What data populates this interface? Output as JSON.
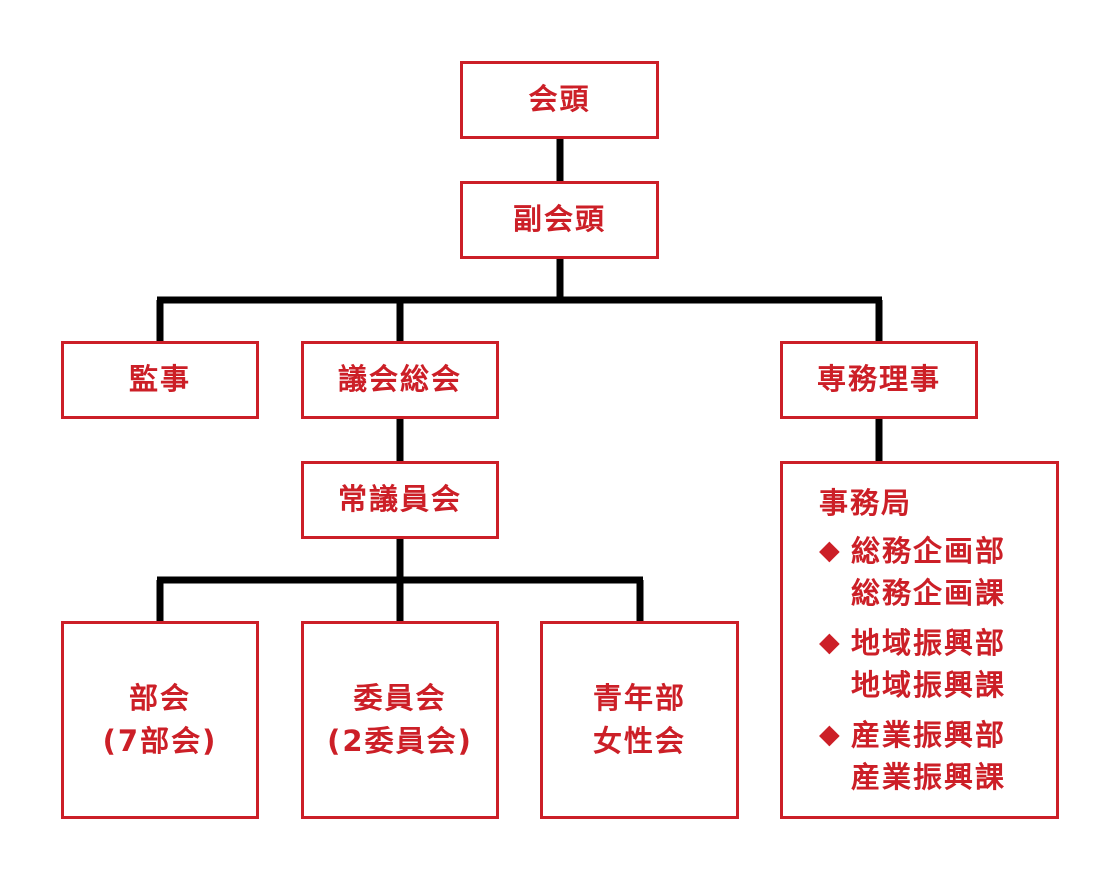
{
  "nodes": {
    "kaito": "会頭",
    "fukukaito": "副会頭",
    "kanji": "監事",
    "giin_sokai": "議会総会",
    "senmu_riji": "専務理事",
    "jogiinkai": "常議員会",
    "bukai": {
      "line1": "部会",
      "line2": "(7部会)"
    },
    "iinkai": {
      "line1": "委員会",
      "line2": "(2委員会)"
    },
    "seinen": {
      "line1": "青年部",
      "line2": "女性会"
    }
  },
  "jimukyoku": {
    "title": "事務局",
    "bullet": "◆",
    "groups": [
      {
        "dept": "総務企画部",
        "section": "総務企画課"
      },
      {
        "dept": "地域振興部",
        "section": "地域振興課"
      },
      {
        "dept": "産業振興部",
        "section": "産業振興課"
      }
    ]
  },
  "colors": {
    "accent": "#cc1f27",
    "connector": "#000000"
  }
}
